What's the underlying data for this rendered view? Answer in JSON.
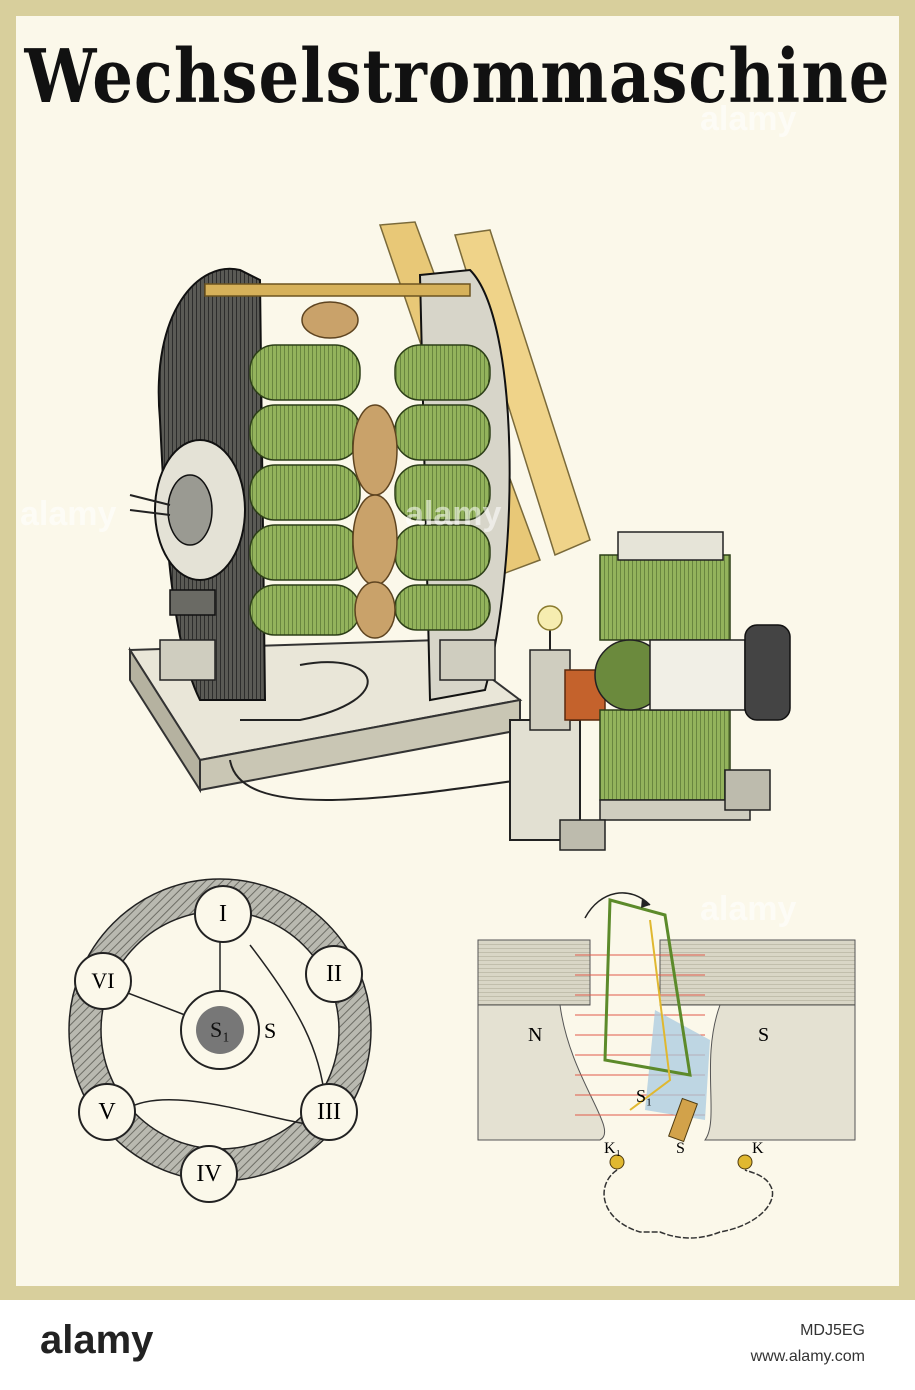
{
  "title": "Wechselstrommaschine",
  "ring_diagram": {
    "coils": [
      "I",
      "II",
      "III",
      "IV",
      "V",
      "VI"
    ],
    "center_label": "S₁",
    "pointer_label": "S"
  },
  "loop_diagram": {
    "pole_left": "N",
    "pole_right": "S",
    "slip_ring_label": "S₁",
    "brush_left": "K₁",
    "brush_center": "S",
    "brush_right": "K"
  },
  "footer": {
    "logo": "alamy",
    "image_id": "MDJ5EG",
    "url": "www.alamy.com"
  },
  "watermark": "alamy",
  "colors": {
    "frame": "#d8cf9c",
    "paper": "#fbf8ea",
    "coil_green": "#8fae5a",
    "belt": "#e8c877",
    "copper": "#c4622c"
  }
}
